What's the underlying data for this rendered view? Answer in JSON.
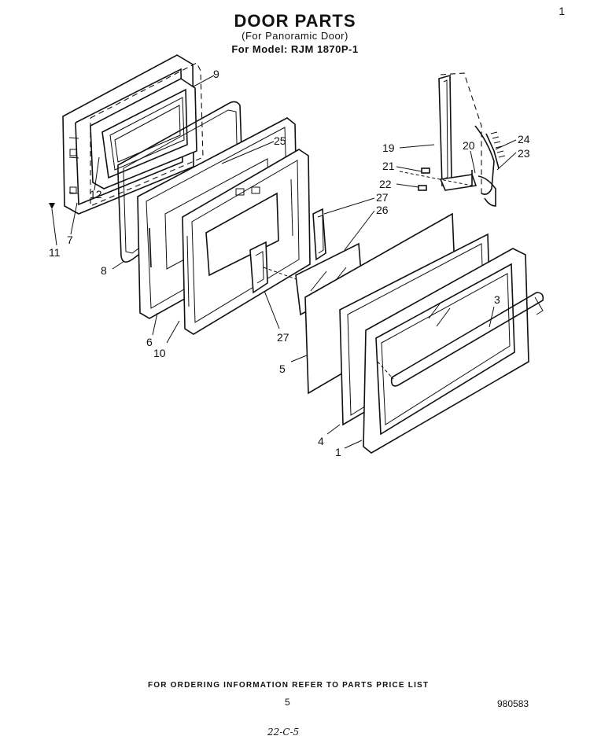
{
  "header": {
    "title": "DOOR PARTS",
    "subtitle": "(For Panoramic Door)",
    "model": "For Model: RJM 1870P-1",
    "corner_mark": "1"
  },
  "callouts": [
    "9",
    "12",
    "7",
    "11",
    "8",
    "25",
    "6",
    "10",
    "27",
    "26",
    "5",
    "4",
    "1",
    "3",
    "19",
    "20",
    "24",
    "23",
    "21",
    "22"
  ],
  "footer": {
    "ordering_note": "FOR ORDERING INFORMATION REFER TO PARTS PRICE LIST",
    "page_number": "5",
    "doc_code": "980583",
    "handwritten": "22-C-5"
  }
}
